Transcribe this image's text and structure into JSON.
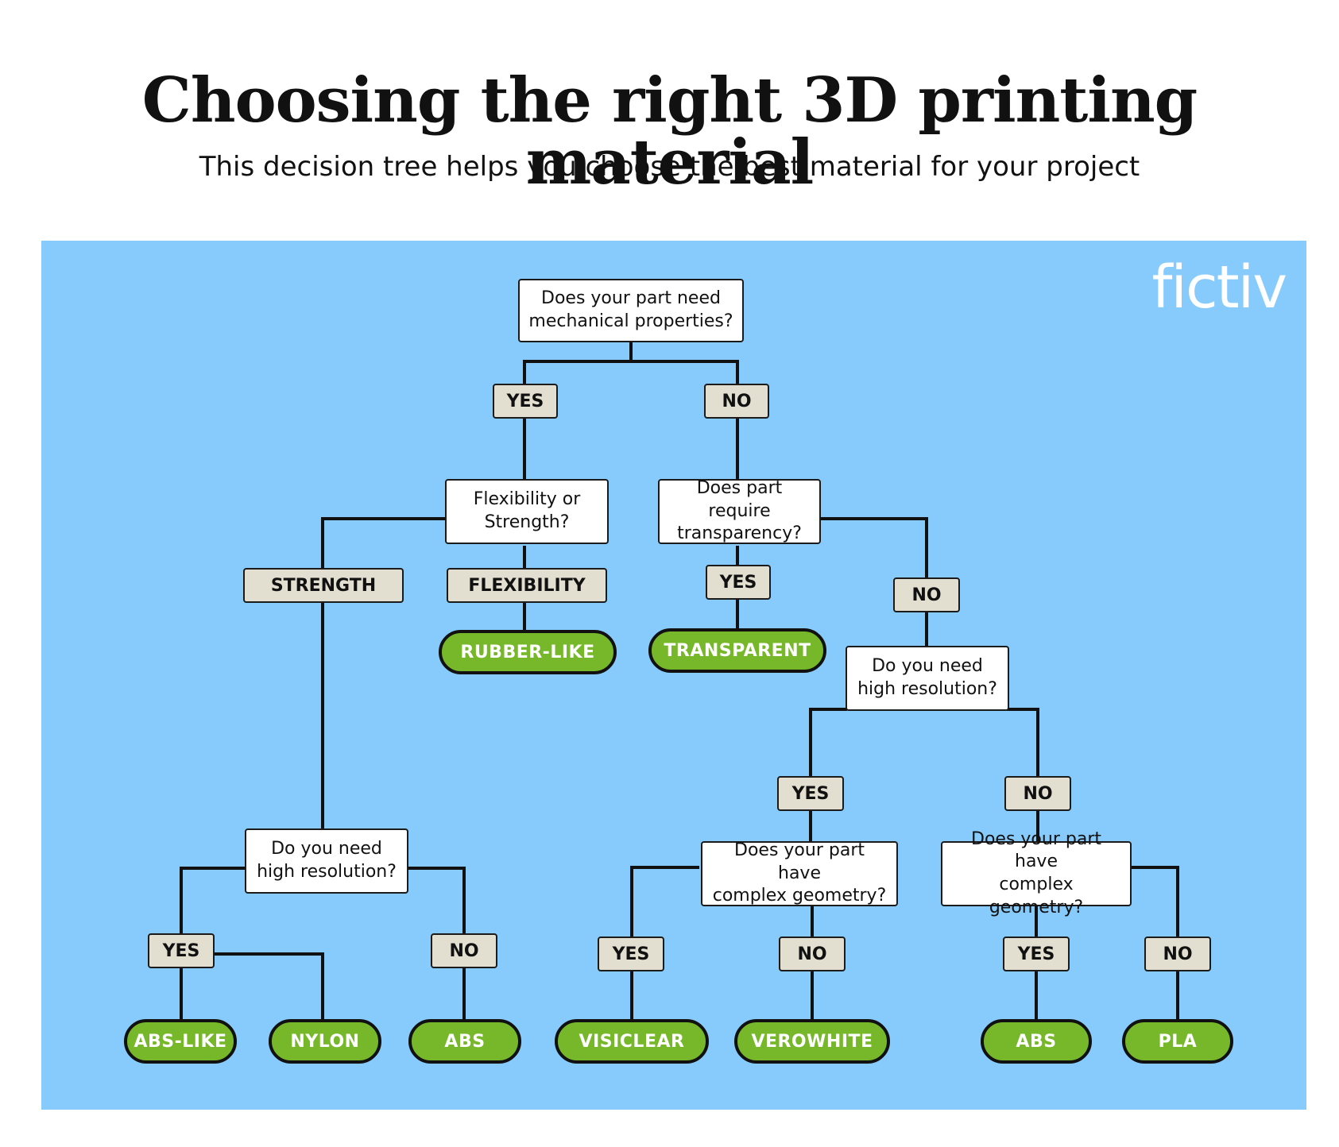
{
  "header": {
    "title": "Choosing the right 3D printing material",
    "subtitle": "This decision tree helps you choose the best material for your project"
  },
  "logo": "fictiv",
  "colors": {
    "panel_background": "#87cbfd",
    "question_fill": "#ffffff",
    "answer_fill": "#e3dfd0",
    "result_fill": "#77b82a",
    "line": "#111111"
  },
  "tree": {
    "q_mechanical": {
      "line1": "Does your part need",
      "line2": "mechanical properties?"
    },
    "a_mech_yes": "YES",
    "a_mech_no": "NO",
    "q_flex": {
      "line1": "Flexibility or",
      "line2": "Strength?"
    },
    "a_strength": "STRENGTH",
    "a_flexibility": "FLEXIBILITY",
    "r_rubber": "RUBBER-LIKE",
    "q_transparency": {
      "line1": "Does part require",
      "line2": "transparency?"
    },
    "a_trans_yes": "YES",
    "a_trans_no": "NO",
    "r_transparent": "TRANSPARENT",
    "q_res_left": {
      "line1": "Do you need",
      "line2": "high resolution?"
    },
    "a_resl_yes": "YES",
    "a_resl_no": "NO",
    "r_abs_like": "ABS-LIKE",
    "r_nylon": "NYLON",
    "r_abs_left": "ABS",
    "q_res_right": {
      "line1": "Do you need",
      "line2": "high resolution?"
    },
    "a_resr_yes": "YES",
    "a_resr_no": "NO",
    "q_geo_left": {
      "line1": "Does your part have",
      "line2": "complex geometry?"
    },
    "a_geol_yes": "YES",
    "a_geol_no": "NO",
    "r_visiclear": "VISICLEAR",
    "r_verowhite": "VEROWHITE",
    "q_geo_right": {
      "line1": "Does your part have",
      "line2": "complex geometry?"
    },
    "a_geor_yes": "YES",
    "a_geor_no": "NO",
    "r_abs_right": "ABS",
    "r_pla": "PLA"
  }
}
